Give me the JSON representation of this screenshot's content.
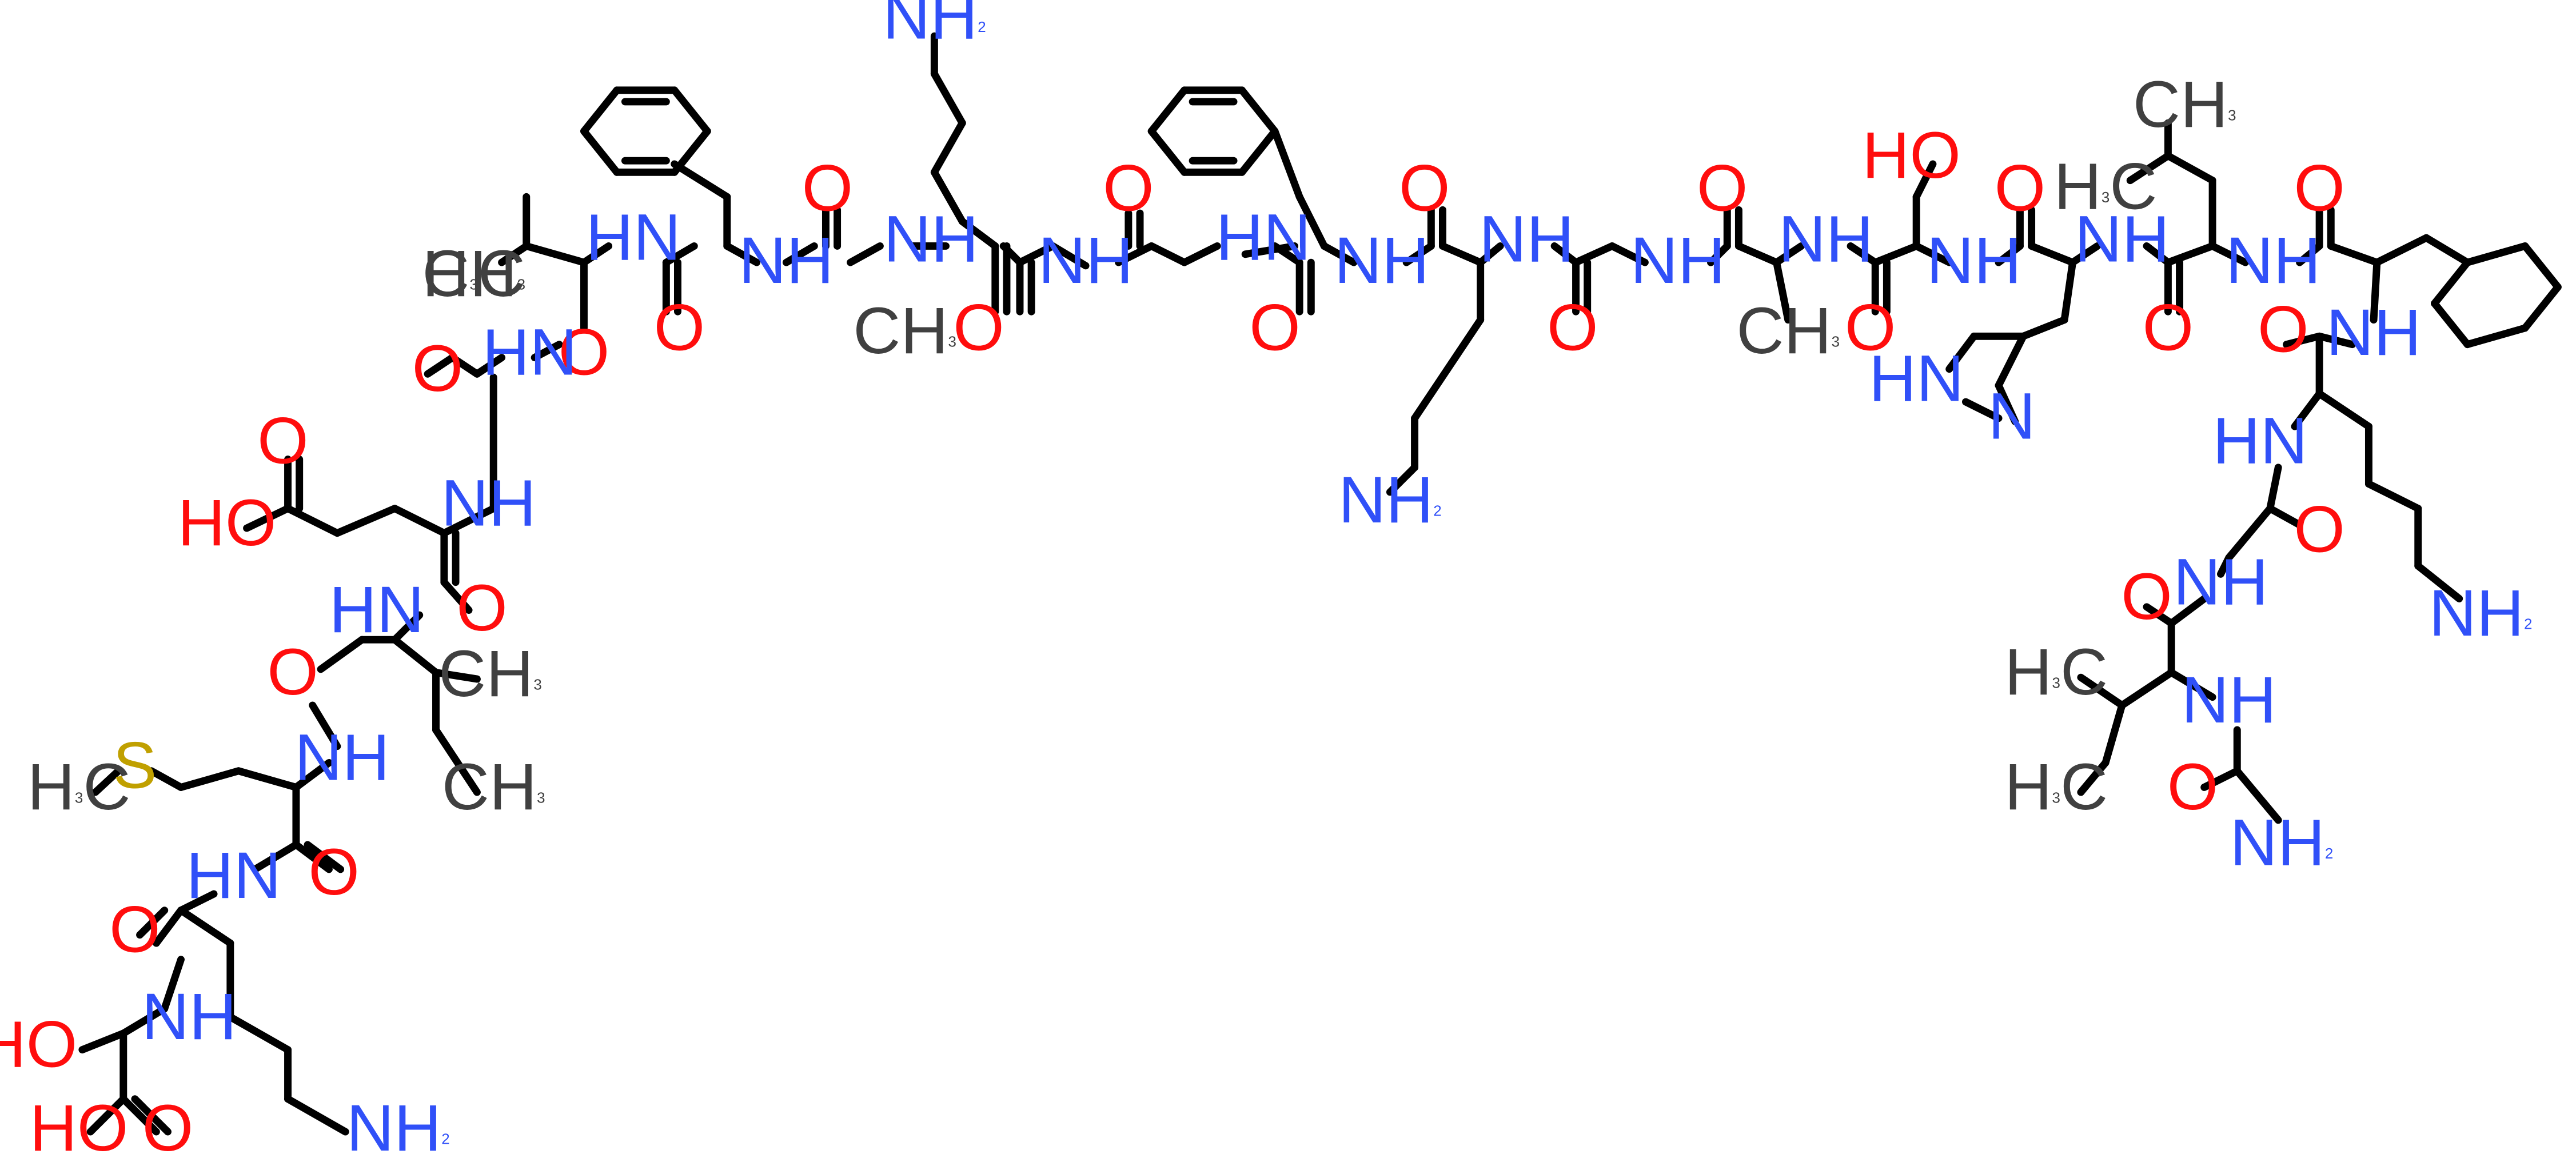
{
  "colors": {
    "bond": "#000000",
    "O": "#ff0d0d",
    "N": "#3050f8",
    "S": "#c0a000",
    "C": "#404040",
    "background": "#ffffff"
  },
  "atom_labels": [
    {
      "id": "nh2_lys2_top",
      "text": "NH",
      "sub": "2",
      "el": "N"
    },
    {
      "id": "me_val",
      "text": "CH",
      "sub": "3",
      "el": "C"
    },
    {
      "id": "hn_phe1",
      "text": "HN",
      "el": "N"
    },
    {
      "id": "nh_phe1b",
      "text": "NH",
      "el": "N"
    },
    {
      "id": "o_phe1",
      "text": "O",
      "el": "O"
    },
    {
      "id": "o_ala1",
      "text": "O",
      "el": "O"
    },
    {
      "id": "nh_ala1",
      "text": "NH",
      "el": "N"
    },
    {
      "id": "me_ala1",
      "text": "CH",
      "sub": "3",
      "el": "C"
    },
    {
      "id": "o_lys2",
      "text": "O",
      "el": "O"
    },
    {
      "id": "nh_lys2",
      "text": "NH",
      "el": "N"
    },
    {
      "id": "o_gly3",
      "text": "O",
      "el": "O"
    },
    {
      "id": "hn_gly3",
      "text": "HN",
      "el": "N"
    },
    {
      "id": "o_phe2",
      "text": "O",
      "el": "O"
    },
    {
      "id": "nh_phe2",
      "text": "NH",
      "el": "N"
    },
    {
      "id": "o_lys3",
      "text": "O",
      "el": "O"
    },
    {
      "id": "nh_lys3",
      "text": "NH",
      "el": "N"
    },
    {
      "id": "nh2_lys3",
      "text": "NH",
      "sub": "2",
      "el": "N"
    },
    {
      "id": "o_gly4",
      "text": "O",
      "el": "O"
    },
    {
      "id": "nh_gly4",
      "text": "NH",
      "el": "N"
    },
    {
      "id": "o_ala2",
      "text": "O",
      "el": "O"
    },
    {
      "id": "nh_ala2",
      "text": "NH",
      "el": "N"
    },
    {
      "id": "me_ala2",
      "text": "CH",
      "sub": "3",
      "el": "C"
    },
    {
      "id": "ho_ser2",
      "text": "HO",
      "el": "O"
    },
    {
      "id": "o_ser2",
      "text": "O",
      "el": "O"
    },
    {
      "id": "nh_ser2",
      "text": "NH",
      "el": "N"
    },
    {
      "id": "o_his",
      "text": "O",
      "el": "O"
    },
    {
      "id": "nh_his",
      "text": "NH",
      "el": "N"
    },
    {
      "id": "hn_imid",
      "text": "HN",
      "el": "N"
    },
    {
      "id": "n_imid",
      "text": "N",
      "el": "N"
    },
    {
      "id": "o_leu",
      "text": "O",
      "el": "O"
    },
    {
      "id": "nh_leu",
      "text": "NH",
      "el": "N"
    },
    {
      "id": "me_leu1",
      "text": "CH",
      "sub": "3",
      "el": "C"
    },
    {
      "id": "me_leu2",
      "text": "H",
      "sub": "3",
      "text2": "C",
      "el": "C"
    },
    {
      "id": "o_phe3",
      "text": "O",
      "el": "O"
    },
    {
      "id": "nh_phe3",
      "text": "NH",
      "el": "N"
    },
    {
      "id": "o_lys4",
      "text": "O",
      "el": "O"
    },
    {
      "id": "hn_lys4",
      "text": "HN",
      "el": "N"
    },
    {
      "id": "nh2_lys4",
      "text": "NH",
      "sub": "2",
      "el": "N"
    },
    {
      "id": "o_gly5",
      "text": "O",
      "el": "O"
    },
    {
      "id": "nh_gly5",
      "text": "NH",
      "el": "N"
    },
    {
      "id": "o_ile2",
      "text": "O",
      "el": "O"
    },
    {
      "id": "nh_ile2",
      "text": "NH",
      "el": "N"
    },
    {
      "id": "me_ile2a",
      "text": "H",
      "sub": "3",
      "text2": "C",
      "el": "C"
    },
    {
      "id": "me_ile2b",
      "text": "H",
      "sub": "3",
      "text2": "C",
      "el": "C"
    },
    {
      "id": "o_gly6",
      "text": "O",
      "el": "O"
    },
    {
      "id": "nh2_gly6",
      "text": "NH",
      "sub": "2",
      "el": "N"
    },
    {
      "id": "me_val2",
      "text": "H",
      "sub": "3",
      "text2": "C",
      "el": "C"
    },
    {
      "id": "o_val",
      "text": "O",
      "el": "O"
    },
    {
      "id": "hn_gly2",
      "text": "HN",
      "el": "N"
    },
    {
      "id": "o_gly2",
      "text": "O",
      "el": "O"
    },
    {
      "id": "nh_glu",
      "text": "NH",
      "el": "N"
    },
    {
      "id": "o_glu_acid",
      "text": "O",
      "el": "O"
    },
    {
      "id": "ho_glu",
      "text": "HO",
      "el": "O"
    },
    {
      "id": "o_glu",
      "text": "O",
      "el": "O"
    },
    {
      "id": "hn_glu2",
      "text": "HN",
      "el": "N"
    },
    {
      "id": "o_ile1",
      "text": "O",
      "el": "O"
    },
    {
      "id": "me_ile1a",
      "text": "CH",
      "sub": "3",
      "el": "C"
    },
    {
      "id": "me_ile1b",
      "text": "CH",
      "sub": "3",
      "el": "C"
    },
    {
      "id": "nh_ile1",
      "text": "NH",
      "el": "N"
    },
    {
      "id": "s_met",
      "text": "S",
      "el": "S"
    },
    {
      "id": "me_met",
      "text": "H",
      "sub": "3",
      "text2": "C",
      "el": "C"
    },
    {
      "id": "o_met",
      "text": "O",
      "el": "O"
    },
    {
      "id": "hn_met",
      "text": "HN",
      "el": "N"
    },
    {
      "id": "o_lys1",
      "text": "O",
      "el": "O"
    },
    {
      "id": "nh_lys1",
      "text": "NH",
      "el": "N"
    },
    {
      "id": "nh2_lys1",
      "text": "NH",
      "sub": "2",
      "el": "N"
    },
    {
      "id": "ho_ser1",
      "text": "HO",
      "el": "O"
    },
    {
      "id": "ho_ser1b",
      "text": "HO",
      "el": "O"
    },
    {
      "id": "o_ser1",
      "text": "O",
      "el": "O"
    }
  ]
}
